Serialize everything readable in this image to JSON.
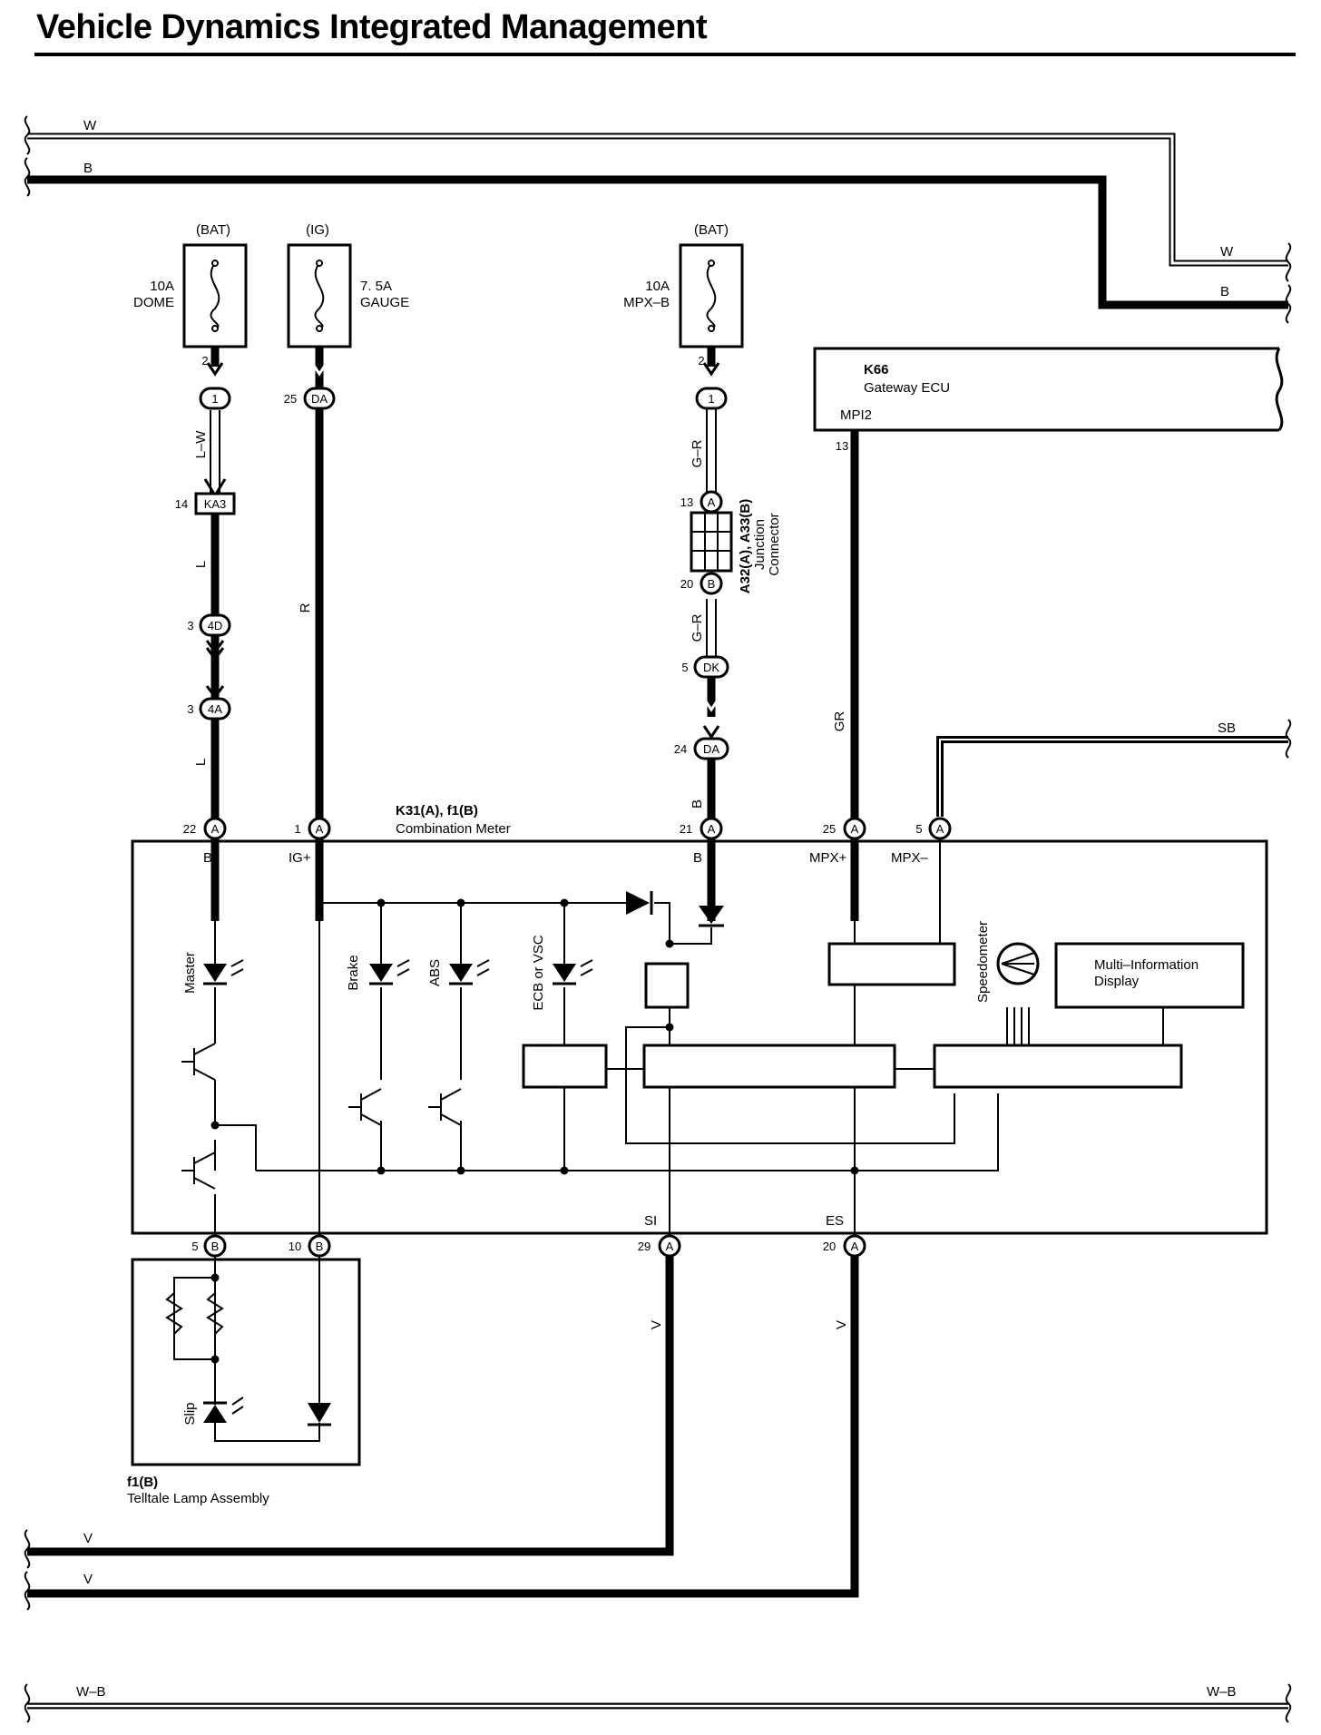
{
  "title": "Vehicle Dynamics Integrated Management",
  "buses": {
    "w_top": "W",
    "b_top": "B",
    "w_right": "W",
    "b_right": "B",
    "sb": "SB",
    "v1": "V",
    "v2": "V",
    "wb_left": "W–B",
    "wb_right": "W–B"
  },
  "fuses": {
    "dome": {
      "source": "(BAT)",
      "rating": "10A",
      "name": "DOME"
    },
    "gauge": {
      "source": "(IG)",
      "rating": "7. 5A",
      "name": "GAUGE"
    },
    "mpxb": {
      "source": "(BAT)",
      "rating": "10A",
      "name": "MPX–B"
    }
  },
  "gateway": {
    "code": "K66",
    "name": "Gateway ECU",
    "pin": "MPI2",
    "pin_no": "13"
  },
  "junction": {
    "code": "A32(A), A33(B)",
    "line1": "Junction",
    "line2": "Connector"
  },
  "meter": {
    "code": "K31(A), f1(B)",
    "name": "Combination Meter"
  },
  "telltale": {
    "code": "f1(B)",
    "name": "Telltale Lamp Assembly"
  },
  "wires": {
    "lw": "L–W",
    "l1": "L",
    "l2": "L",
    "r": "R",
    "gr1": "G–R",
    "gr2": "G–R",
    "b": "B",
    "gr": "GR",
    "v1": "V",
    "v2": "V"
  },
  "connectors": {
    "c1a": {
      "tag": "1",
      "num": "2"
    },
    "cda": {
      "tag": "DA",
      "num": "25"
    },
    "c1b": {
      "tag": "1",
      "num": "2"
    },
    "cka3": {
      "tag": "KA3",
      "num": "14"
    },
    "c4d": {
      "tag": "4D",
      "num": "3"
    },
    "c4a": {
      "tag": "4A",
      "num": "3"
    },
    "c13a": {
      "tag": "A",
      "num": "13"
    },
    "c20b": {
      "tag": "B",
      "num": "20"
    },
    "cdk": {
      "tag": "DK",
      "num": "5"
    },
    "cda2": {
      "tag": "DA",
      "num": "24"
    },
    "m22": {
      "tag": "A",
      "num": "22"
    },
    "m1": {
      "tag": "A",
      "num": "1"
    },
    "m21": {
      "tag": "A",
      "num": "21"
    },
    "m25": {
      "tag": "A",
      "num": "25"
    },
    "m5": {
      "tag": "A",
      "num": "5"
    },
    "b5": {
      "tag": "B",
      "num": "5"
    },
    "b10": {
      "tag": "B",
      "num": "10"
    },
    "a29": {
      "tag": "A",
      "num": "29"
    },
    "a20": {
      "tag": "A",
      "num": "20"
    }
  },
  "meter_pins": {
    "b1": "B",
    "igp": "IG+",
    "b2": "B",
    "mpxp": "MPX+",
    "mpxm": "MPX–",
    "si": "SI",
    "es": "ES"
  },
  "lamps": {
    "master": "Master",
    "brake": "Brake",
    "abs": "ABS",
    "ecb": "ECB or VSC",
    "slip": "Slip",
    "speedometer": "Speedometer"
  },
  "mid": {
    "line1": "Multi–Information",
    "line2": "Display"
  }
}
